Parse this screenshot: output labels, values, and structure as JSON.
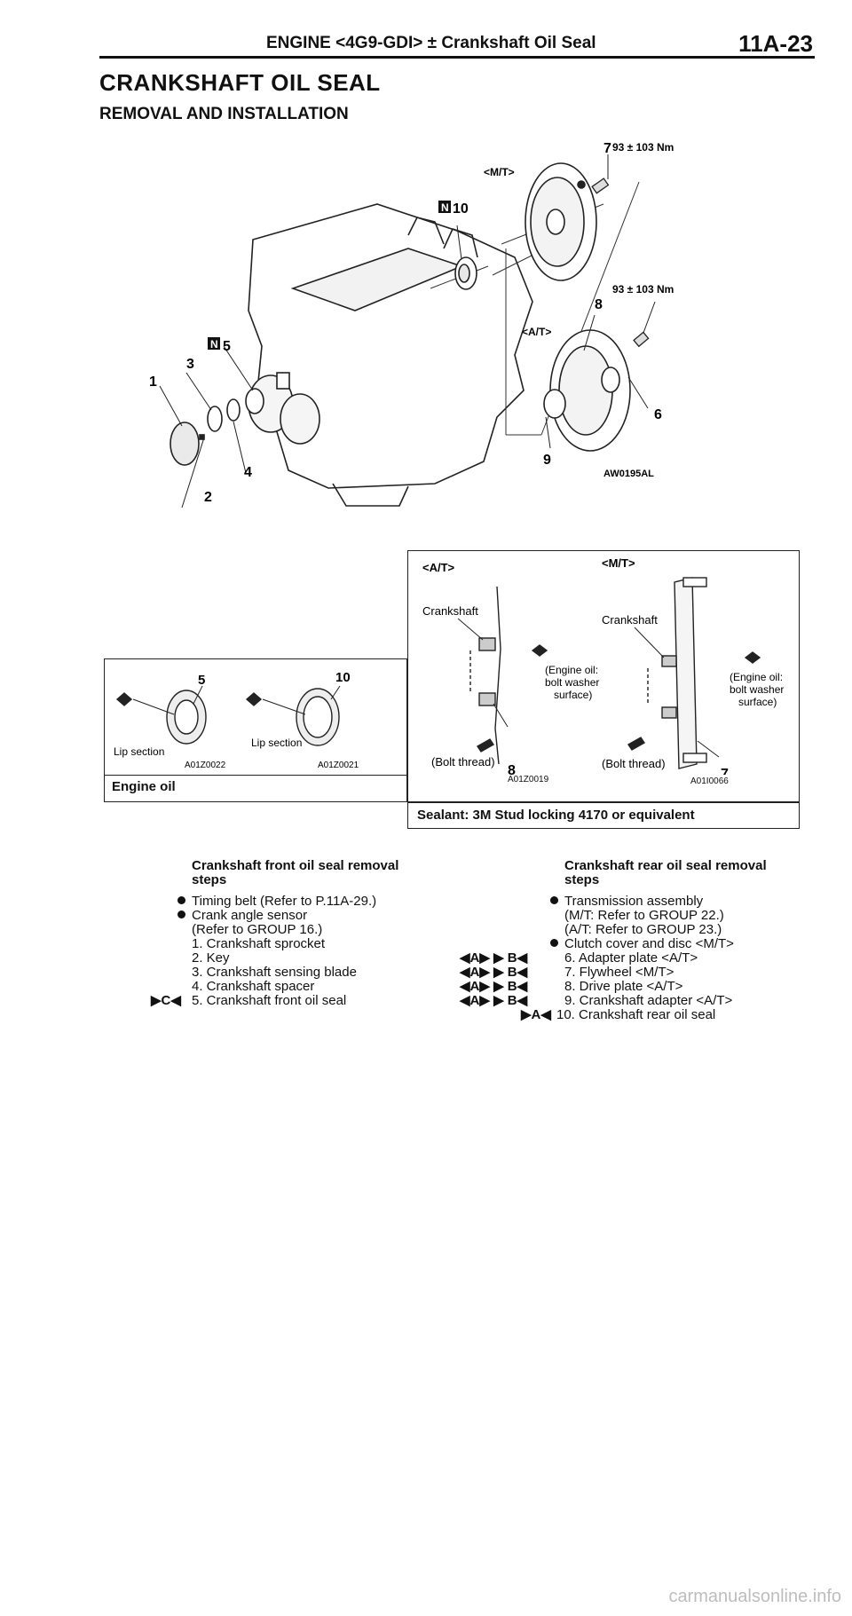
{
  "header": {
    "title": "ENGINE <4G9-GDI> ± Crankshaft Oil Seal",
    "page": "11A-23"
  },
  "section_title": "CRANKSHAFT OIL SEAL",
  "subsection_title": "REMOVAL AND INSTALLATION",
  "main_diagram": {
    "torque_mt": "93 ± 103 Nm",
    "torque_at": "93 ± 103 Nm",
    "mt_label": "<M/T>",
    "at_label": "<A/T>",
    "new_part_mark": "N",
    "figure_code": "AW0195AL",
    "callouts": [
      "1",
      "2",
      "3",
      "4",
      "5",
      "6",
      "7",
      "8",
      "9",
      "10"
    ]
  },
  "seal_box": {
    "callout_left": "5",
    "callout_right": "10",
    "lip_left": "Lip section",
    "lip_right": "Lip section",
    "code_left": "A01Z0022",
    "code_right": "A01Z0021",
    "footer": "Engine oil"
  },
  "detail_box": {
    "at_label": "<A/T>",
    "mt_label": "<M/T>",
    "crankshaft_left": "Crankshaft",
    "crankshaft_right": "Crankshaft",
    "engine_oil_left": [
      "(Engine oil:",
      "bolt washer",
      "surface)"
    ],
    "engine_oil_right": [
      "(Engine oil:",
      "bolt washer",
      "surface)"
    ],
    "bolt_thread_left": "(Bolt thread)",
    "bolt_thread_right": "(Bolt thread)",
    "callout_left": "8",
    "callout_right": "7",
    "code_left": "A01Z0019",
    "code_right": "A01I0066",
    "footer": "Sealant: 3M Stud locking 4170 or equivalent"
  },
  "front_steps": {
    "title": [
      "Crankshaft front oil seal removal",
      "steps"
    ],
    "bullets": [
      [
        "Timing belt (Refer to P.11A-29.)"
      ],
      [
        "Crank angle sensor",
        "(Refer to GROUP 16.)"
      ]
    ],
    "items": [
      {
        "code": "",
        "text": "1. Crankshaft sprocket"
      },
      {
        "code": "",
        "text": "2. Key"
      },
      {
        "code": "",
        "text": "3. Crankshaft sensing blade"
      },
      {
        "code": "",
        "text": "4. Crankshaft spacer"
      },
      {
        "code": "C",
        "text": "5. Crankshaft front oil seal"
      }
    ]
  },
  "rear_steps": {
    "title": [
      "Crankshaft rear oil seal removal",
      "steps"
    ],
    "bullets": [
      [
        "Transmission assembly",
        "(M/T: Refer to GROUP 22.)",
        "(A/T: Refer to GROUP 23.)"
      ],
      [
        "Clutch cover and disc <M/T>"
      ]
    ],
    "items": [
      {
        "code_a": "A",
        "code_b": "B",
        "text": "6. Adapter plate <A/T>"
      },
      {
        "code_a": "A",
        "code_b": "B",
        "text": "7. Flywheel <M/T>"
      },
      {
        "code_a": "A",
        "code_b": "B",
        "text": "8. Drive plate <A/T>"
      },
      {
        "code_a": "A",
        "code_b": "B",
        "text": "9. Crankshaft adapter <A/T>"
      },
      {
        "code_a": "A",
        "code_b": "",
        "text": "10. Crankshaft rear oil seal"
      }
    ]
  },
  "watermark": "carmanualsonline.info"
}
